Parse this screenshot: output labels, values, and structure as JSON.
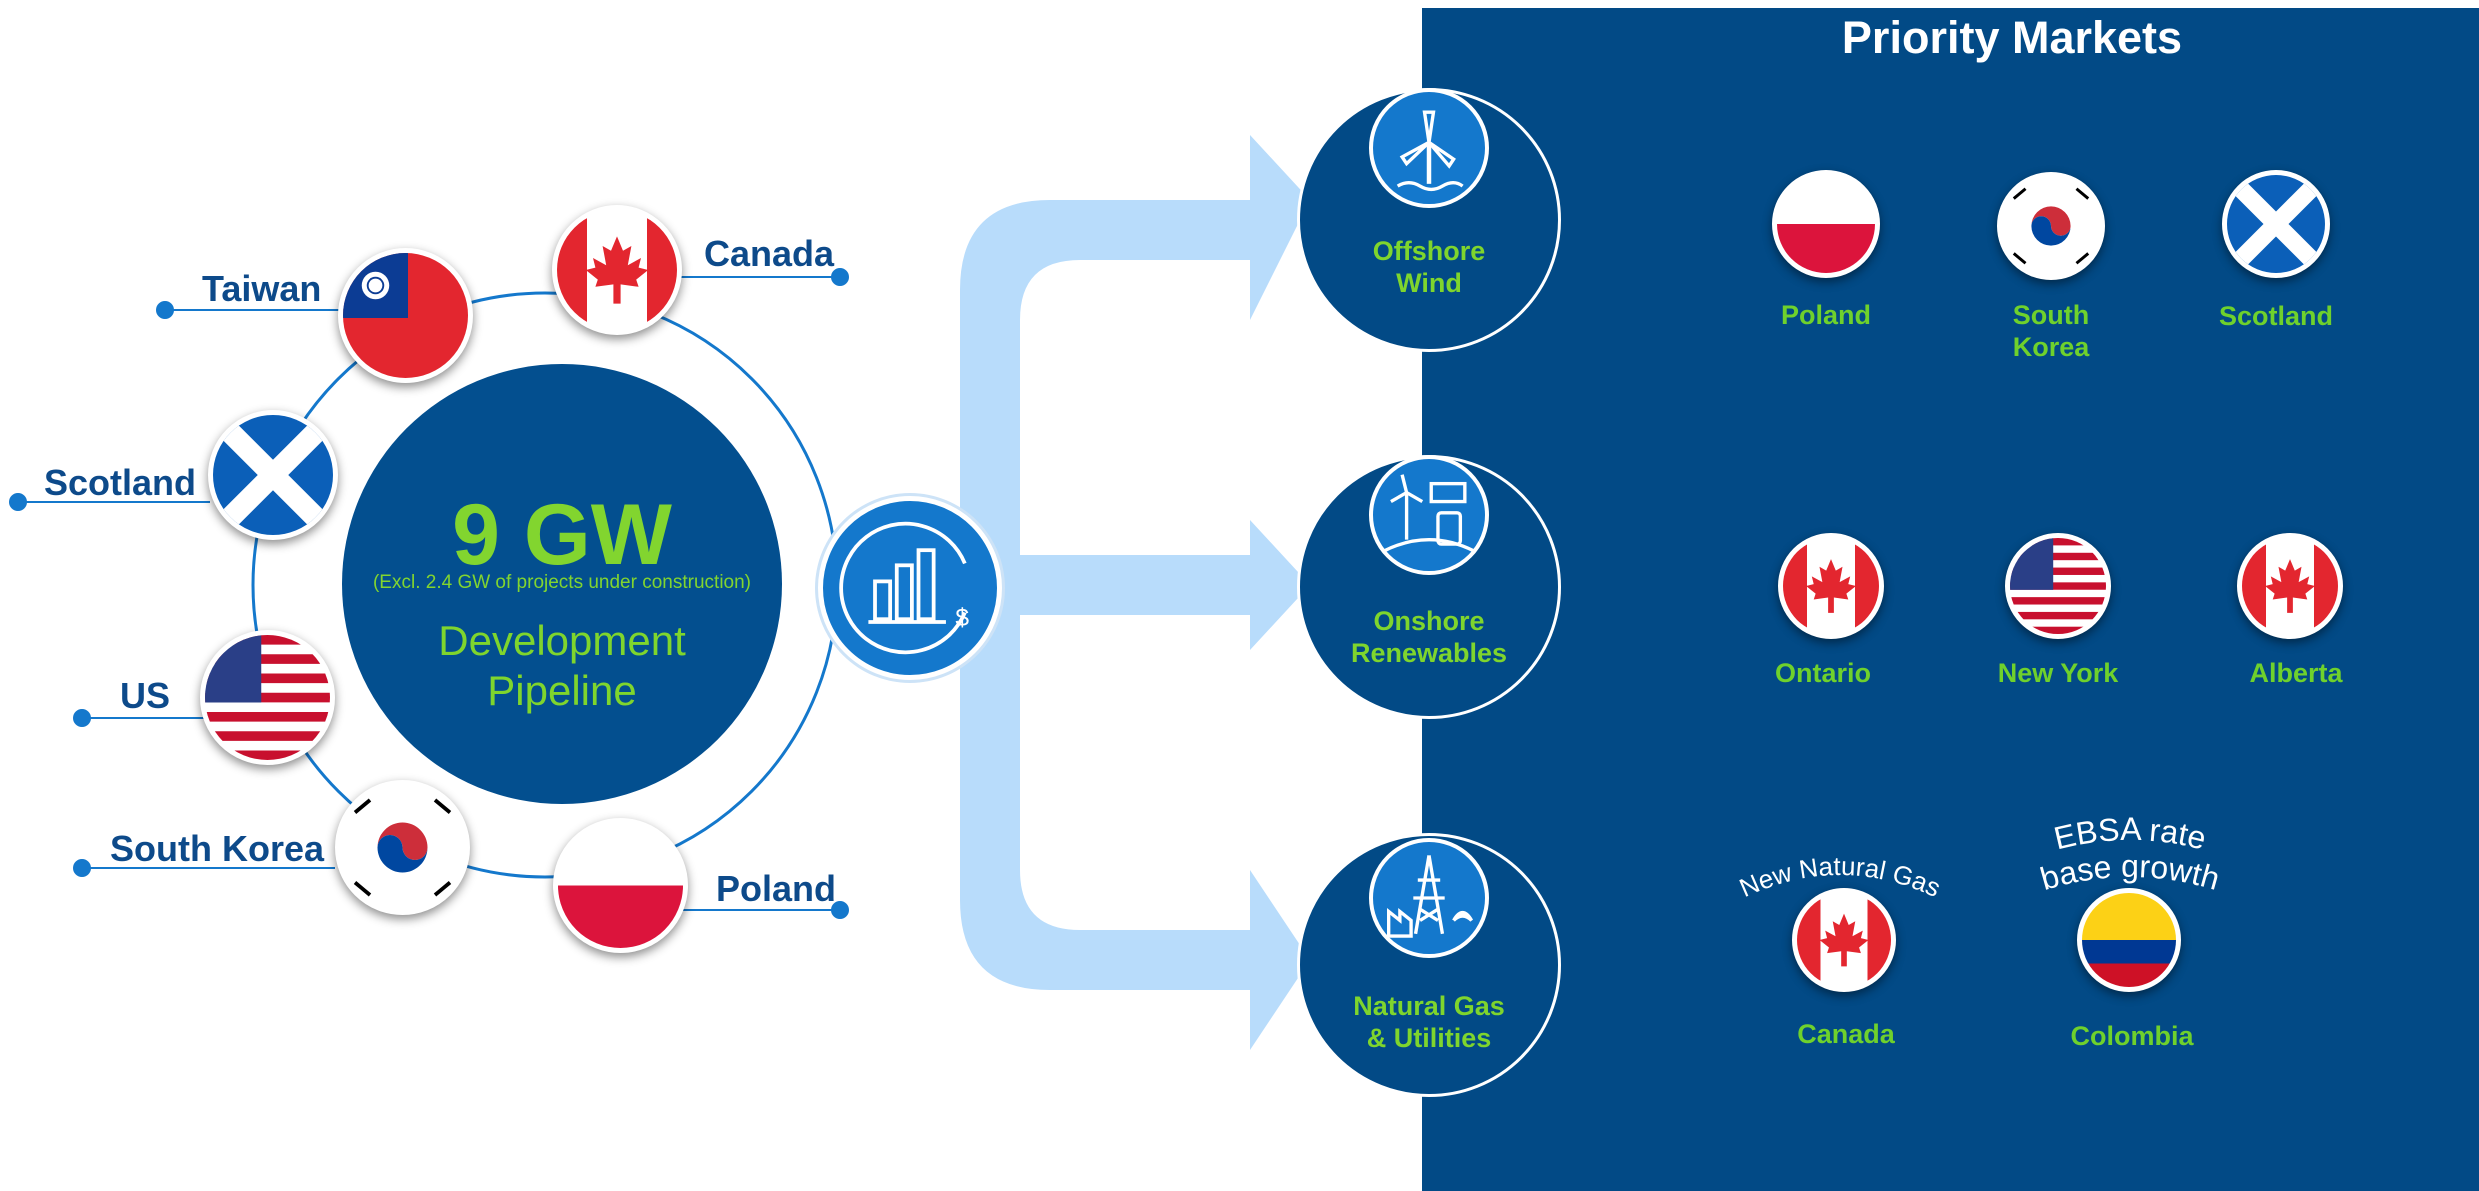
{
  "hero": {
    "value": "9 GW",
    "note": "(Excl. 2.4 GW of projects under construction)",
    "caption_line1": "Development",
    "caption_line2": "Pipeline"
  },
  "pipeline_countries": [
    "Taiwan",
    "Canada",
    "Scotland",
    "US",
    "South Korea",
    "Poland"
  ],
  "priority_markets": {
    "title": "Priority Markets",
    "segments": [
      {
        "name_line1": "Offshore",
        "name_line2": "Wind",
        "icon": "wind-turbine-icon",
        "markets": [
          {
            "line1": "Poland",
            "line2": "",
            "flag": "poland"
          },
          {
            "line1": "South",
            "line2": "Korea",
            "flag": "south-korea"
          },
          {
            "line1": "Scotland",
            "line2": "",
            "flag": "scotland"
          }
        ]
      },
      {
        "name_line1": "Onshore",
        "name_line2": "Renewables",
        "icon": "solar-wind-icon",
        "markets": [
          {
            "line1": "Ontario",
            "line2": "",
            "flag": "canada"
          },
          {
            "line1": "New York",
            "line2": "",
            "flag": "us"
          },
          {
            "line1": "Alberta",
            "line2": "",
            "flag": "canada"
          }
        ]
      },
      {
        "name_line1": "Natural Gas",
        "name_line2": "& Utilities",
        "icon": "transmission-tower-icon",
        "markets": [
          {
            "line1": "Canada",
            "line2": "",
            "flag": "canada",
            "note": "New Natural Gas"
          },
          {
            "line1": "Colombia",
            "line2": "",
            "flag": "colombia",
            "note_line1": "EBSA rate",
            "note_line2": "base growth"
          }
        ]
      }
    ]
  },
  "colors": {
    "navy": "#024a86",
    "accent_green": "#7fd52d",
    "label_blue": "#0d4a8a",
    "hub_blue": "#1478cc",
    "arrow_light_blue": "#b8dcfb"
  }
}
